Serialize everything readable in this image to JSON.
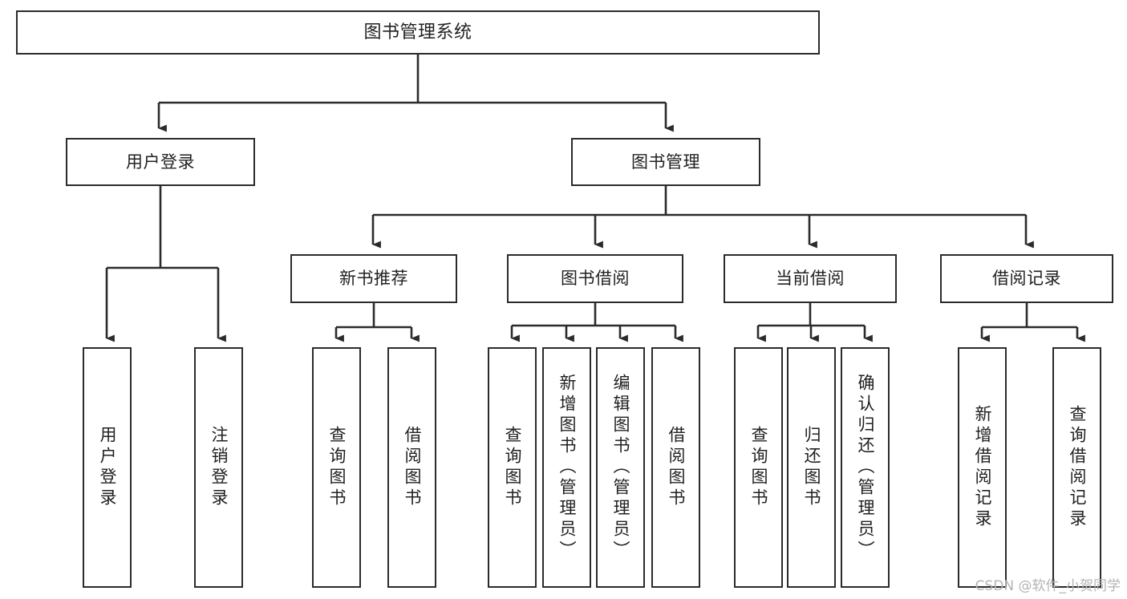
{
  "diagram": {
    "type": "tree-hierarchy-diagram",
    "root": {
      "label": "图书管理系统"
    },
    "level2": [
      {
        "id": "user-login",
        "label": "用户登录"
      },
      {
        "id": "book-manage",
        "label": "图书管理"
      }
    ],
    "level3": [
      {
        "id": "new-book-recommend",
        "label": "新书推荐",
        "parent": "book-manage"
      },
      {
        "id": "book-borrow",
        "label": "图书借阅",
        "parent": "book-manage"
      },
      {
        "id": "current-borrow",
        "label": "当前借阅",
        "parent": "book-manage"
      },
      {
        "id": "borrow-record",
        "label": "借阅记录",
        "parent": "book-manage"
      }
    ],
    "leaves": {
      "user_login": [
        {
          "id": "leaf-user-login",
          "label": "用户登录"
        },
        {
          "id": "leaf-logout-login",
          "label": "注销登录"
        }
      ],
      "new_book_recommend": [
        {
          "id": "leaf-query-book-1",
          "label": "查询图书"
        },
        {
          "id": "leaf-borrow-book-1",
          "label": "借阅图书"
        }
      ],
      "book_borrow": [
        {
          "id": "leaf-query-book-2",
          "label": "查询图书"
        },
        {
          "id": "leaf-add-book",
          "label": "新增图书（管理员）"
        },
        {
          "id": "leaf-edit-book",
          "label": "编辑图书（管理员）"
        },
        {
          "id": "leaf-borrow-book-2",
          "label": "借阅图书"
        }
      ],
      "current_borrow": [
        {
          "id": "leaf-query-book-3",
          "label": "查询图书"
        },
        {
          "id": "leaf-return-book",
          "label": "归还图书"
        },
        {
          "id": "leaf-confirm-return",
          "label": "确认归还（管理员）"
        }
      ],
      "borrow_record": [
        {
          "id": "leaf-add-record",
          "label": "新增借阅记录"
        },
        {
          "id": "leaf-query-record",
          "label": "查询借阅记录"
        }
      ]
    },
    "watermark": "CSDN @软件_小贺同学",
    "colors": {
      "stroke": "#2b2b2b",
      "text": "#212121",
      "background": "#ffffff",
      "watermark": "#b4b4b4"
    }
  }
}
